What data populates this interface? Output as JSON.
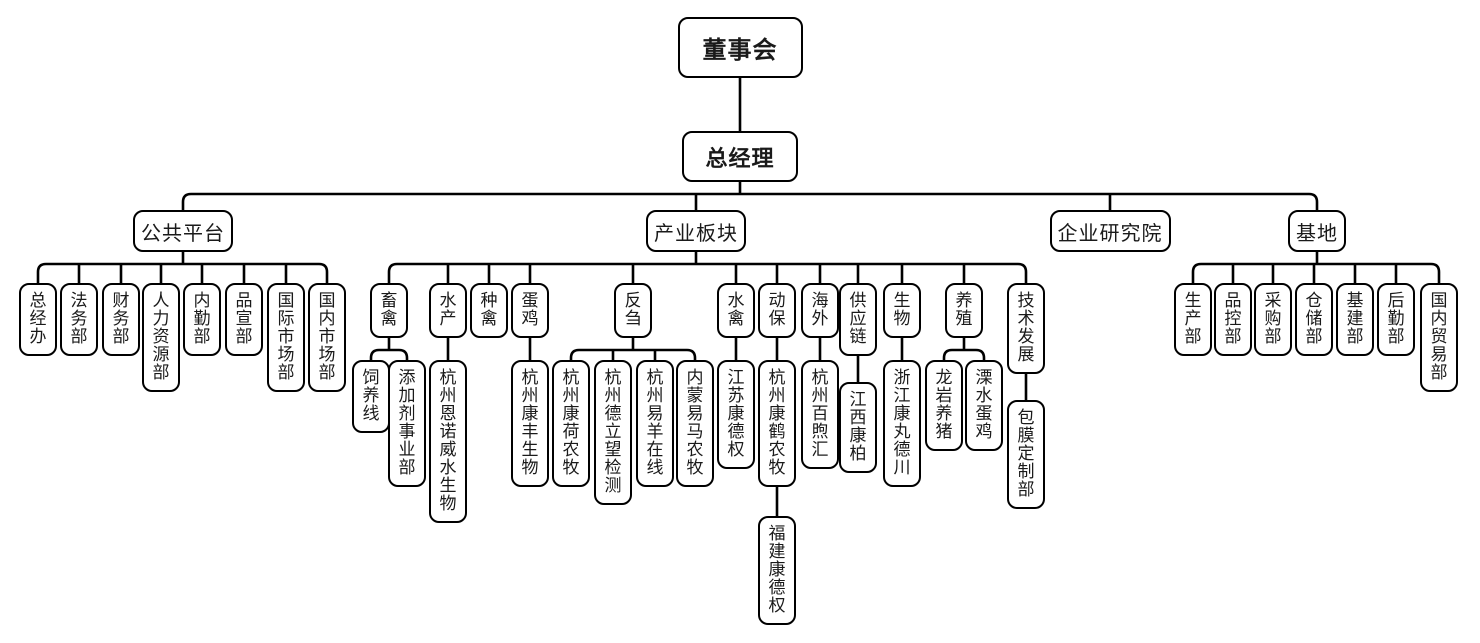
{
  "diagram": {
    "type": "org-chart",
    "colors": {
      "background": "#ffffff",
      "box_fill": "#ffffff",
      "box_border": "#000000",
      "line": "#000000",
      "text": "#1a1a1a"
    },
    "root": {
      "id": "board",
      "label": "董事会",
      "children": [
        {
          "id": "gm",
          "label": "总经理",
          "children": [
            {
              "id": "platform",
              "label": "公共平台",
              "children": [
                {
                  "id": "p1",
                  "label": "总经办",
                  "children": []
                },
                {
                  "id": "p2",
                  "label": "法务部",
                  "children": []
                },
                {
                  "id": "p3",
                  "label": "财务部",
                  "children": []
                },
                {
                  "id": "p4",
                  "label": "人力资源部",
                  "children": []
                },
                {
                  "id": "p5",
                  "label": "内勤部",
                  "children": []
                },
                {
                  "id": "p6",
                  "label": "品宣部",
                  "children": []
                },
                {
                  "id": "p7",
                  "label": "国际市场部",
                  "children": []
                },
                {
                  "id": "p8",
                  "label": "国内市场部",
                  "children": []
                }
              ]
            },
            {
              "id": "industry",
              "label": "产业板块",
              "children": [
                {
                  "id": "i1",
                  "label": "畜禽",
                  "children": [
                    {
                      "id": "i1a",
                      "label": "饲养线",
                      "children": []
                    },
                    {
                      "id": "i1b",
                      "label": "添加剂事业部",
                      "children": []
                    }
                  ]
                },
                {
                  "id": "i2",
                  "label": "水产",
                  "children": [
                    {
                      "id": "i2a",
                      "label": "杭州恩诺威水生物",
                      "children": []
                    }
                  ]
                },
                {
                  "id": "i3",
                  "label": "种禽",
                  "children": []
                },
                {
                  "id": "i4",
                  "label": "蛋鸡",
                  "children": [
                    {
                      "id": "i4a",
                      "label": "杭州康丰生物",
                      "children": []
                    }
                  ]
                },
                {
                  "id": "i5",
                  "label": "反刍",
                  "children": [
                    {
                      "id": "i5a",
                      "label": "杭州康荷农牧",
                      "children": []
                    },
                    {
                      "id": "i5b",
                      "label": "杭州德立望检测",
                      "children": []
                    },
                    {
                      "id": "i5c",
                      "label": "杭州易羊在线",
                      "children": []
                    },
                    {
                      "id": "i5d",
                      "label": "内蒙易马农牧",
                      "children": []
                    }
                  ]
                },
                {
                  "id": "i6",
                  "label": "水禽",
                  "children": [
                    {
                      "id": "i6a",
                      "label": "江苏康德权",
                      "children": []
                    }
                  ]
                },
                {
                  "id": "i7",
                  "label": "动保",
                  "children": [
                    {
                      "id": "i7a",
                      "label": "杭州康鹤农牧",
                      "children": [
                        {
                          "id": "i7a1",
                          "label": "福建康德权",
                          "children": []
                        }
                      ]
                    }
                  ]
                },
                {
                  "id": "i8",
                  "label": "海外",
                  "children": [
                    {
                      "id": "i8a",
                      "label": "杭州百煦汇",
                      "children": []
                    }
                  ]
                },
                {
                  "id": "i9",
                  "label": "供应链",
                  "children": [
                    {
                      "id": "i9a",
                      "label": "江西康柏",
                      "children": []
                    }
                  ]
                },
                {
                  "id": "i10",
                  "label": "生物",
                  "children": [
                    {
                      "id": "i10a",
                      "label": "浙江康丸德川",
                      "children": []
                    }
                  ]
                },
                {
                  "id": "i11",
                  "label": "养殖",
                  "children": [
                    {
                      "id": "i11a",
                      "label": "龙岩养猪",
                      "children": []
                    },
                    {
                      "id": "i11b",
                      "label": "溧水蛋鸡",
                      "children": []
                    }
                  ]
                },
                {
                  "id": "i12",
                  "label": "技术发展",
                  "children": [
                    {
                      "id": "i12a",
                      "label": "包膜定制部",
                      "children": []
                    }
                  ]
                }
              ]
            },
            {
              "id": "institute",
              "label": "企业研究院",
              "children": []
            },
            {
              "id": "base",
              "label": "基地",
              "children": [
                {
                  "id": "b1",
                  "label": "生产部",
                  "children": []
                },
                {
                  "id": "b2",
                  "label": "品控部",
                  "children": []
                },
                {
                  "id": "b3",
                  "label": "采购部",
                  "children": []
                },
                {
                  "id": "b4",
                  "label": "仓储部",
                  "children": []
                },
                {
                  "id": "b5",
                  "label": "基建部",
                  "children": []
                },
                {
                  "id": "b6",
                  "label": "后勤部",
                  "children": []
                },
                {
                  "id": "b7",
                  "label": "国内贸易部",
                  "children": []
                }
              ]
            }
          ]
        }
      ]
    }
  }
}
